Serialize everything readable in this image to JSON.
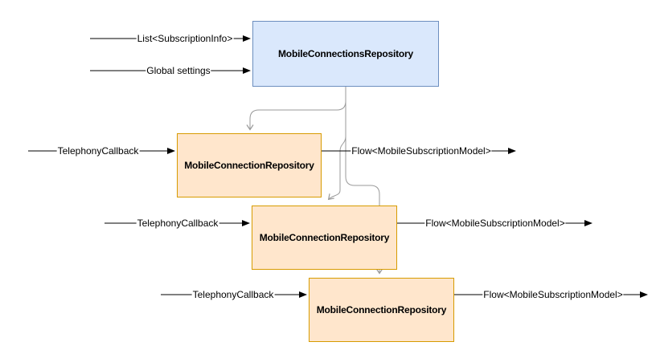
{
  "diagram": {
    "nodes": {
      "main": {
        "label": "MobileConnectionsRepository",
        "fill": "#dae8fc",
        "stroke": "#6c8ebf"
      },
      "repos": [
        {
          "label": "MobileConnectionRepository",
          "fill": "#ffe6cc",
          "stroke": "#d79b00"
        },
        {
          "label": "MobileConnectionRepository",
          "fill": "#ffe6cc",
          "stroke": "#d79b00"
        },
        {
          "label": "MobileConnectionRepository",
          "fill": "#ffe6cc",
          "stroke": "#d79b00"
        }
      ]
    },
    "edges": {
      "inputs": [
        {
          "label": "List<SubscriptionInfo>",
          "target": "MobileConnectionsRepository"
        },
        {
          "label": "Global settings",
          "target": "MobileConnectionsRepository"
        },
        {
          "label": "TelephonyCallback",
          "target": "MobileConnectionRepository-1"
        },
        {
          "label": "TelephonyCallback",
          "target": "MobileConnectionRepository-2"
        },
        {
          "label": "TelephonyCallback",
          "target": "MobileConnectionRepository-3"
        }
      ],
      "outputs": [
        {
          "label": "Flow<MobileSubscriptionModel>",
          "source": "MobileConnectionRepository-1"
        },
        {
          "label": "Flow<MobileSubscriptionModel>",
          "source": "MobileConnectionRepository-2"
        },
        {
          "label": "Flow<MobileSubscriptionModel>",
          "source": "MobileConnectionRepository-3"
        }
      ]
    },
    "colors": {
      "edge_black": "#000000",
      "connector_gray": "#9a9a9a",
      "background": "#ffffff"
    }
  }
}
